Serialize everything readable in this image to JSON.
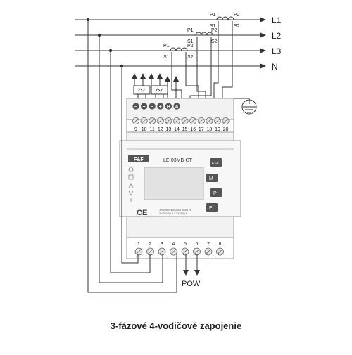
{
  "diagram": {
    "caption": "3-fázové 4-vodičové zapojenie",
    "lines": {
      "l1": "L1",
      "l2": "L2",
      "l3": "L3",
      "n": "N"
    },
    "ct_labels": {
      "ct1": {
        "p1": "P1",
        "s1": "S1",
        "p2": "P2",
        "s2": "S2"
      },
      "ct2": {
        "p1": "P1",
        "s1": "S1",
        "p2": "P2",
        "s2": "S2"
      },
      "ct3": {
        "p1": "P1",
        "s1": "S1",
        "p2": "P2",
        "s2": "S2"
      }
    },
    "device": {
      "model": "LE-03MB-CT",
      "logo": "F&F",
      "spec_line1": "3200imp/kWh  3x5A  50/60 Hz",
      "spec_line2": "3x230/400 V  0.25~5(6) A",
      "ce_mark": "CE",
      "buttons": {
        "esc": "ESC",
        "menu": "M",
        "prog": "P",
        "enter": "E"
      },
      "top_terminals": [
        "9",
        "10",
        "11",
        "12",
        "13",
        "14",
        "15",
        "16",
        "17",
        "18",
        "19",
        "20"
      ],
      "top_symbols": [
        "−",
        "+",
        "−",
        "+",
        "B",
        "A"
      ],
      "bottom_terminals": [
        "1",
        "2",
        "3",
        "4",
        "5",
        "6",
        "7",
        "8"
      ]
    },
    "pow_label": "POW"
  },
  "colors": {
    "line": "#333333",
    "device_fill": "#f2f2f2",
    "device_stroke": "#9a9a9a",
    "terminal_fill": "#e6e6e6",
    "dark": "#444444"
  }
}
